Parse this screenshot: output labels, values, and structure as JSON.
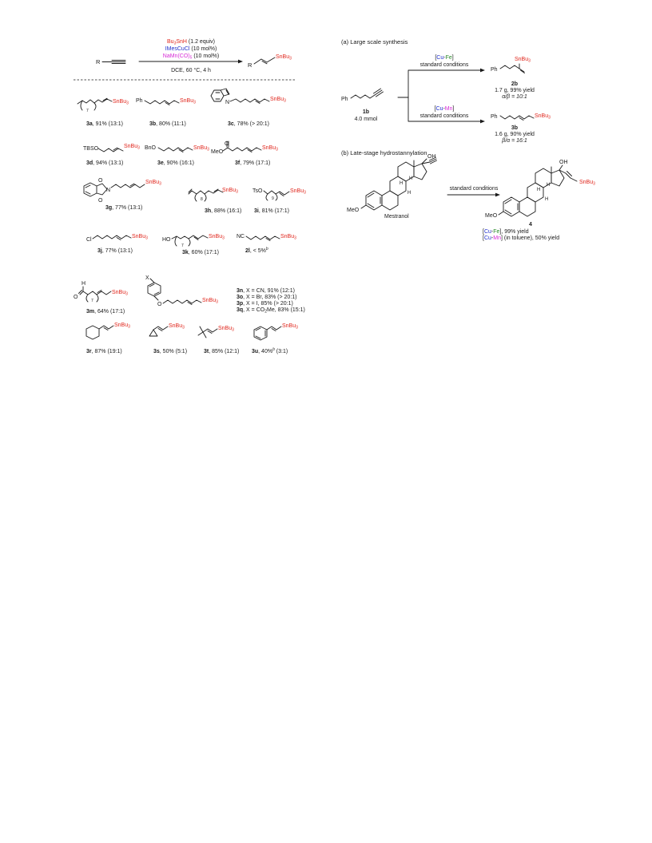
{
  "colors": {
    "sn": "#e0251b",
    "cu": "#1f2ecc",
    "mn": "#d629d6",
    "fe": "#2a8a2a",
    "ink": "#1a1a1a"
  },
  "general": {
    "substrate": "R",
    "product_r": "R",
    "reagent1_a": "Bu",
    "reagent1_sub": "3",
    "reagent1_b": "SnH",
    "reagent1_c": " (1.2 equiv)",
    "reagent2_a": "IMesCuCl",
    "reagent2_b": " (10 mol%)",
    "reagent3_a": "NaMn(CO)",
    "reagent3_sub": "5",
    "reagent3_b": " (10 mol%)",
    "conditions": "DCE, 60 °C, 4 h",
    "stannyl": "SnBu",
    "stannyl_sub": "3"
  },
  "scope": [
    {
      "id": "3a",
      "text": ", 91% (13:1)",
      "sub": "7"
    },
    {
      "id": "3b",
      "text": ", 80% (11:1)",
      "prefix": "Ph"
    },
    {
      "id": "3c",
      "text": ", 78% (> 20:1)",
      "atom": "N"
    },
    {
      "id": "3d",
      "text": ", 94% (13:1)",
      "prefix": "TBSO"
    },
    {
      "id": "3e",
      "text": ", 90% (16:1)",
      "prefix": "BnO"
    },
    {
      "id": "3f",
      "text": ", 79% (17:1)",
      "prefix": "MeO",
      "atom": "O"
    },
    {
      "id": "3g",
      "text": ", 77% (13:1)",
      "atom": "N",
      "atom2": "O"
    },
    {
      "id": "3h",
      "text": ", 88% (16:1)",
      "sub": "8"
    },
    {
      "id": "3i",
      "text": ", 81% (17:1)",
      "prefix": "TsO",
      "sub": "9"
    },
    {
      "id": "3j",
      "text": ", 77% (13:1)",
      "prefix": "Cl"
    },
    {
      "id": "3k",
      "text": ", 60% (17:1)",
      "prefix": "HO",
      "sub": "7"
    },
    {
      "id": "2l",
      "text": ", < 5%",
      "sup": "b",
      "prefix": "NC"
    },
    {
      "id": "3m",
      "text": ", 64% (17:1)",
      "atom": "H",
      "atom2": "O",
      "sub": "7"
    },
    {
      "id": "3r",
      "text": ", 87% (19:1)"
    },
    {
      "id": "3s",
      "text": ", 50% (5:1)"
    },
    {
      "id": "3t",
      "text": ", 85% (12:1)"
    },
    {
      "id": "3u",
      "text": ", 40%",
      "sup": "b",
      "text2": " (3:1)"
    }
  ],
  "group_nq": {
    "x_label": "X",
    "o_label": "O",
    "items": [
      {
        "id": "3n",
        "text": ", X = CN, 91% (12:1)"
      },
      {
        "id": "3o",
        "text": ", X = Br, 83% (> 20:1)"
      },
      {
        "id": "3p",
        "text": ", X = I, 85% (> 20:1)"
      },
      {
        "id": "3q",
        "text": ", X = CO",
        "sub": "2",
        "text2": "Me, 83% (15:1)"
      }
    ]
  },
  "panel_a": {
    "title": "(a) Large scale synthesis",
    "sm_prefix": "Ph",
    "sm_id": "1b",
    "sm_amount": "4.0 mmol",
    "fe_cat_open": "[",
    "fe_cat_cu": "Cu",
    "fe_cat_dash": "-",
    "fe_cat_fe": "Fe",
    "fe_cat_close": "]",
    "std": "standard conditions",
    "mn_cat_mn": "Mn",
    "p1_prefix": "Ph",
    "p1_id": "2b",
    "p1_yield": "1.7 g, 99% yield",
    "p1_ratio": "α/β = 10:1",
    "p2_prefix": "Ph",
    "p2_id": "3b",
    "p2_yield": "1.6 g, 90% yield",
    "p2_ratio": "β/α = 16:1"
  },
  "panel_b": {
    "title": "(b) Late-stage hydrostannylation",
    "sm_name": "Mestranol",
    "oh": "OH",
    "meo": "MeO",
    "h": "H",
    "std": "standard conditions",
    "product_id": "4",
    "fe_yield": ",  99% yield",
    "mn_note": " (in toluene),  50% yield"
  }
}
